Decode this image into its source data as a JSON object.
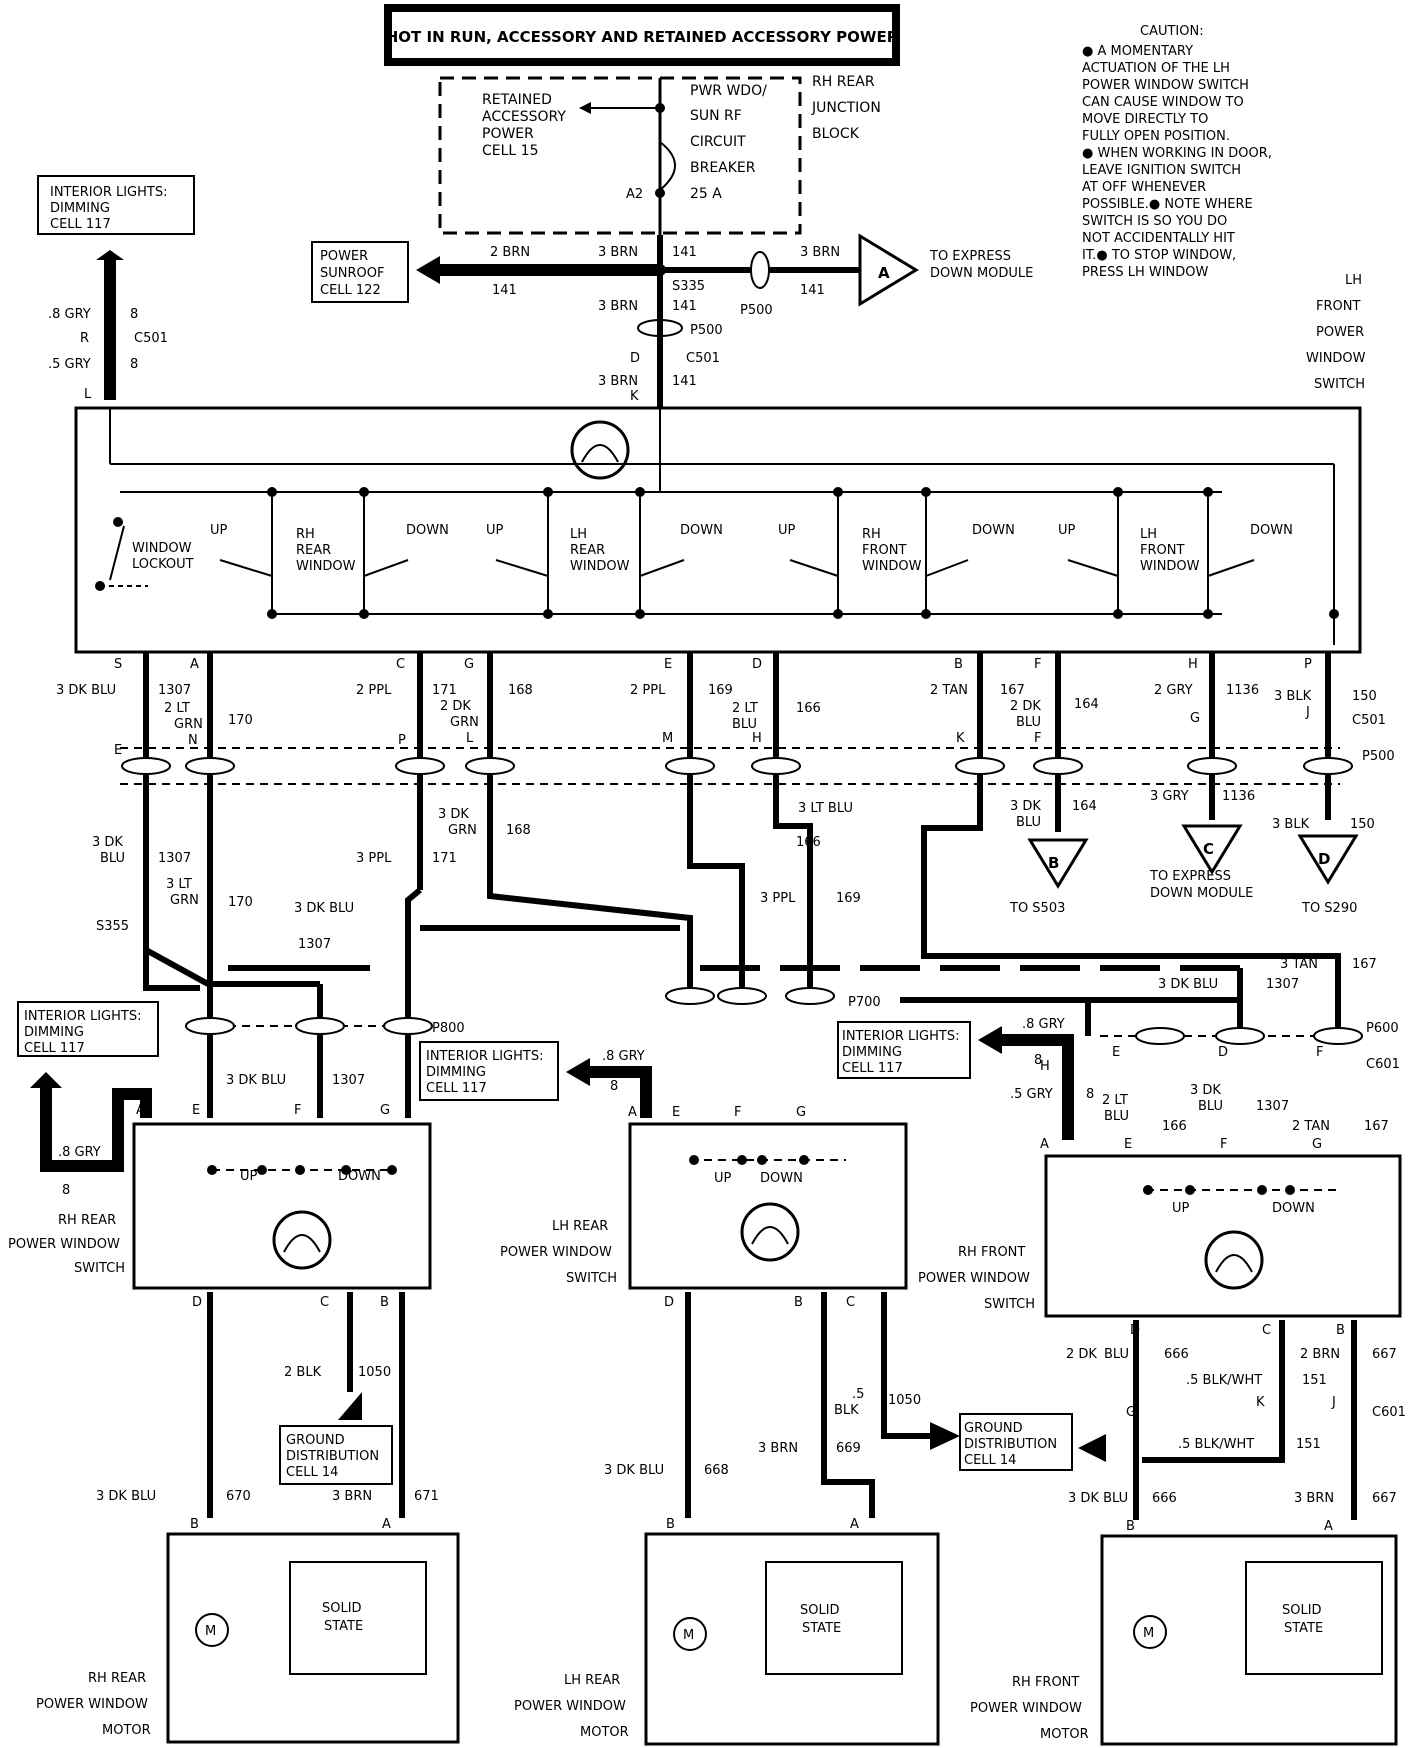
{
  "header": {
    "title": "HOT IN RUN, ACCESSORY AND RETAINED ACCESSORY POWER"
  },
  "caution": {
    "lines": [
      "CAUTION:",
      "● A MOMENTARY",
      "ACTUATION OF THE LH",
      "POWER WINDOW SWITCH",
      "CAN CAUSE WINDOW TO",
      "MOVE DIRECTLY TO",
      "FULLY OPEN POSITION.",
      "● WHEN WORKING IN DOOR,",
      "LEAVE IGNITION SWITCH",
      "AT OFF WHENEVER",
      "POSSIBLE.● NOTE WHERE",
      "SWITCH IS SO YOU DO",
      "NOT ACCIDENTALLY HIT",
      "IT.● TO STOP WINDOW,",
      "PRESS LH WINDOW"
    ]
  },
  "junction": {
    "retained": [
      "RETAINED",
      "ACCESSORY",
      "POWER",
      "CELL 15"
    ],
    "breaker": [
      "PWR WDO/",
      "SUN RF",
      "CIRCUIT",
      "BREAKER",
      "25 A"
    ],
    "block": [
      "RH REAR",
      "JUNCTION",
      "BLOCK"
    ],
    "pin": "A2"
  },
  "refs": {
    "interior_top": [
      "INTERIOR LIGHTS:",
      "DIMMING",
      "CELL 117"
    ],
    "interior_left": [
      "INTERIOR LIGHTS:",
      "DIMMING",
      "CELL 117"
    ],
    "interior_mid": [
      "INTERIOR LIGHTS:",
      "DIMMING",
      "CELL 117"
    ],
    "interior_right": [
      "INTERIOR LIGHTS:",
      "DIMMING",
      "CELL 117"
    ],
    "sunroof": [
      "POWER",
      "SUNROOF",
      "CELL 122"
    ],
    "ground_left": [
      "GROUND",
      "DISTRIBUTION",
      "CELL 14"
    ],
    "ground_right": [
      "GROUND",
      "DISTRIBUTION",
      "CELL 14"
    ],
    "express": [
      "TO EXPRESS",
      "DOWN MODULE"
    ],
    "express_c": [
      "TO EXPRESS",
      "DOWN MODULE"
    ],
    "to_b": "TO S503",
    "to_d": "TO S290"
  },
  "connectors": {
    "A": "A",
    "B": "B",
    "C": "C",
    "D": "D",
    "s335": "S335",
    "p500": "P500",
    "c501": "C501",
    "s355": "S355",
    "p700": "P700",
    "p800": "P800",
    "p600": "P600",
    "c601": "C601"
  },
  "wires": {
    "brn2": "2 BRN",
    "brn3": "3 BRN",
    "c141": "141",
    "gry8": ".8 GRY",
    "gry5": ".5 GRY",
    "c8": "8",
    "pinR": "R",
    "pinL": "L",
    "pinD": "D",
    "pinK": "K",
    "blu3dk": "3 DK BLU",
    "c1307": "1307",
    "grn2lt": "2 LT",
    "grn": "GRN",
    "c170": "170",
    "ppl2": "2 PPL",
    "c171": "171",
    "grn2dk": "2 DK",
    "c168": "168",
    "c169": "169",
    "blu2lt": "2 LT",
    "blu": "BLU",
    "c166": "166",
    "tan2": "2 TAN",
    "c167": "167",
    "blu2dk": "2 DK",
    "c164": "164",
    "gry2": "2 GRY",
    "c1136": "1136",
    "blk3": "3 BLK",
    "c150": "150",
    "blu3dk_b": "3 DK",
    "blu3dk_c": "BLU",
    "grn3dk": "3 DK",
    "grn3": "GRN",
    "ppl3": "3 PPL",
    "lt3": "3 LT",
    "blu3lt": "3 LT BLU",
    "tan3": "3 TAN",
    "gry3": "3 GRY",
    "blk2": "2 BLK",
    "c1050": "1050",
    "c670": "670",
    "c671": "671",
    "c668": "668",
    "c669": "669",
    "blk5": ".5",
    "blk5b": "BLK",
    "blkwht": ".5 BLK/WHT",
    "c151": "151",
    "brn2b": "2 BRN",
    "c666": "666",
    "c667": "667",
    "tan2b": "2 TAN",
    "blu2ltb": "2 LT",
    "blu2ltc": "BLU",
    "blu3b": "3 DK",
    "blu3c": "BLU"
  },
  "lh_switch": {
    "title": [
      "LH",
      "FRONT",
      "POWER",
      "WINDOW",
      "SWITCH"
    ],
    "window_lockout": [
      "WINDOW",
      "LOCKOUT"
    ],
    "up": "UP",
    "down": "DOWN",
    "rh_rear": [
      "RH",
      "REAR",
      "WINDOW"
    ],
    "lh_rear": [
      "LH",
      "REAR",
      "WINDOW"
    ],
    "rh_front": [
      "RH",
      "FRONT",
      "WINDOW"
    ],
    "lh_front": [
      "LH",
      "FRONT",
      "WINDOW"
    ]
  },
  "switches": {
    "rh_rear": [
      "RH REAR",
      "POWER WINDOW",
      "SWITCH"
    ],
    "lh_rear": [
      "LH REAR",
      "POWER WINDOW",
      "SWITCH"
    ],
    "rh_front": [
      "RH FRONT",
      "POWER WINDOW",
      "SWITCH"
    ]
  },
  "motors": {
    "rh_rear": [
      "RH REAR",
      "POWER WINDOW",
      "MOTOR"
    ],
    "lh_rear": [
      "LH REAR",
      "POWER WINDOW",
      "MOTOR"
    ],
    "rh_front": [
      "RH FRONT",
      "POWER WINDOW",
      "MOTOR"
    ],
    "m": "M",
    "solid": [
      "SOLID",
      "STATE"
    ]
  },
  "pins": {
    "A": "A",
    "B": "B",
    "C": "C",
    "D": "D",
    "E": "E",
    "F": "F",
    "G": "G",
    "H": "H",
    "J": "J",
    "K": "K",
    "M": "M",
    "N": "N",
    "P": "P",
    "S": "S",
    "L": "L"
  }
}
